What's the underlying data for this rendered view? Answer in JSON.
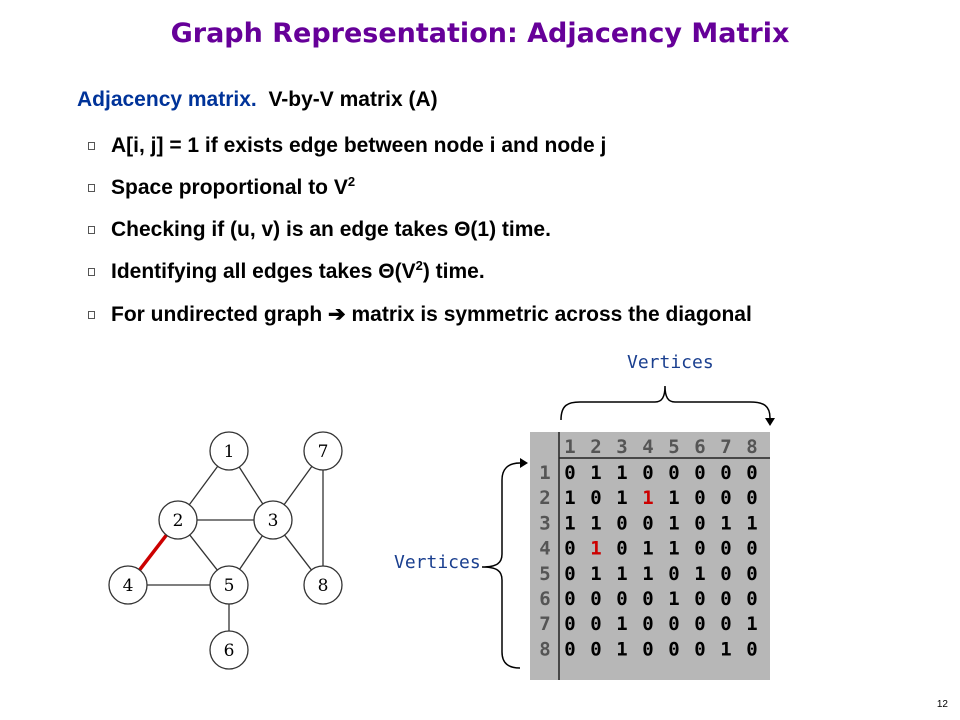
{
  "slide": {
    "title": "Graph Representation:  Adjacency Matrix",
    "subtitle_lead": "Adjacency matrix.",
    "subtitle_rest": "V-by-V matrix (A)",
    "bullets": {
      "b1": "A[i, j] = 1   if exists edge between node i and node j",
      "b2": "Space proportional to V",
      "b2_sup": "2",
      "b3": "Checking if (u, v) is an edge takes Θ(1) time.",
      "b4_pre": "Identifying all edges takes Θ(V",
      "b4_sup": "2",
      "b4_post": ") time.",
      "b5_pre": "For undirected graph",
      "b5_arrow": "➔",
      "b5_post": "matrix is symmetric across the diagonal"
    },
    "label_top": "Vertices",
    "label_left": "Vertices",
    "page_number": "12"
  },
  "graph": {
    "nodes": [
      {
        "id": "1",
        "label": "1"
      },
      {
        "id": "2",
        "label": "2"
      },
      {
        "id": "3",
        "label": "3"
      },
      {
        "id": "4",
        "label": "4"
      },
      {
        "id": "5",
        "label": "5"
      },
      {
        "id": "6",
        "label": "6"
      },
      {
        "id": "7",
        "label": "7"
      },
      {
        "id": "8",
        "label": "8"
      }
    ],
    "edges": [
      {
        "from": "1",
        "to": "2",
        "highlight": false
      },
      {
        "from": "1",
        "to": "3",
        "highlight": false
      },
      {
        "from": "2",
        "to": "3",
        "highlight": false
      },
      {
        "from": "2",
        "to": "4",
        "highlight": true
      },
      {
        "from": "2",
        "to": "5",
        "highlight": false
      },
      {
        "from": "3",
        "to": "5",
        "highlight": false
      },
      {
        "from": "3",
        "to": "7",
        "highlight": false
      },
      {
        "from": "3",
        "to": "8",
        "highlight": false
      },
      {
        "from": "4",
        "to": "5",
        "highlight": false
      },
      {
        "from": "5",
        "to": "6",
        "highlight": false
      },
      {
        "from": "7",
        "to": "8",
        "highlight": false
      }
    ],
    "highlight_color": "#cc0000"
  },
  "matrix": {
    "headers": [
      "1",
      "2",
      "3",
      "4",
      "5",
      "6",
      "7",
      "8"
    ],
    "rows": [
      [
        "0",
        "1",
        "1",
        "0",
        "0",
        "0",
        "0",
        "0"
      ],
      [
        "1",
        "0",
        "1",
        "1",
        "1",
        "0",
        "0",
        "0"
      ],
      [
        "1",
        "1",
        "0",
        "0",
        "1",
        "0",
        "1",
        "1"
      ],
      [
        "0",
        "1",
        "0",
        "1",
        "1",
        "0",
        "0",
        "0"
      ],
      [
        "0",
        "1",
        "1",
        "1",
        "0",
        "1",
        "0",
        "0"
      ],
      [
        "0",
        "0",
        "0",
        "0",
        "1",
        "0",
        "0",
        "0"
      ],
      [
        "0",
        "0",
        "1",
        "0",
        "0",
        "0",
        "0",
        "1"
      ],
      [
        "0",
        "0",
        "1",
        "0",
        "0",
        "0",
        "1",
        "0"
      ]
    ],
    "highlight_cells": [
      [
        1,
        3
      ],
      [
        3,
        1
      ]
    ],
    "header_color": "#555555",
    "background_color": "#b7b7b7",
    "highlight_color": "#cc0000"
  },
  "colors": {
    "title": "#660099",
    "subtitle_lead": "#003399",
    "vertices_label": "#1a3f8f"
  }
}
